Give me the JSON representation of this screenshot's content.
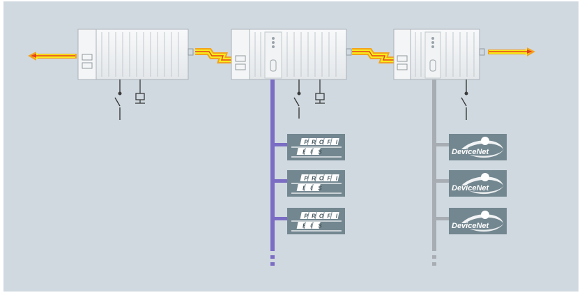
{
  "colors": {
    "panel": "#d0d9e0",
    "module_body": "#eef0f2",
    "module_stroke": "#aab3ba",
    "profibus_line": "#7b6cc4",
    "devicenet_line": "#a7adb3",
    "badge_fill": "#738790",
    "ethernet_outer": "#f4a21e",
    "ethernet_inner": "#f7ec1b",
    "ethernet_line": "#e7411e",
    "wire": "#3a3a3a"
  },
  "profibus_badges": [
    {
      "line1": "PROFI",
      "line2": "BUS"
    },
    {
      "line1": "PROFI",
      "line2": "BUS"
    },
    {
      "line1": "PROFI",
      "line2": "BUS"
    }
  ],
  "devicenet_badges": [
    {
      "label": "DeviceNet"
    },
    {
      "label": "DeviceNet"
    },
    {
      "label": "DeviceNet"
    }
  ],
  "icons": [
    "switch-icon",
    "terminal-icon",
    "ethernet-link-icon",
    "profibus-logo",
    "devicenet-logo"
  ]
}
